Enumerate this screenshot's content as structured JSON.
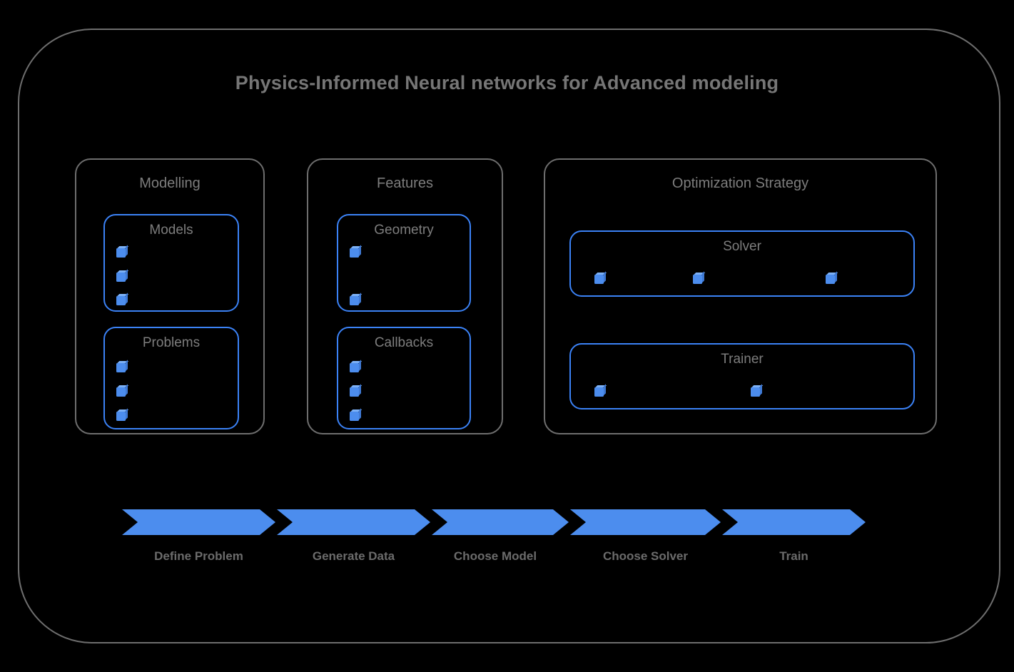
{
  "title": "Physics-Informed Neural networks for Advanced modeling",
  "colors": {
    "background": "#000000",
    "frame_stroke": "#6e6e6e",
    "title_text": "#767676",
    "label_text": "#7d7d7d",
    "accent_blue": "#3b82f6",
    "marker_blue": "#4c8dee",
    "flow_label_text": "#6b6b6b"
  },
  "groups": [
    {
      "id": "modelling",
      "label": "Modelling",
      "cards": [
        {
          "id": "models",
          "label": "Models",
          "marker_count": 3,
          "marker_layout": "vertical"
        },
        {
          "id": "problems",
          "label": "Problems",
          "marker_count": 3,
          "marker_layout": "vertical"
        }
      ]
    },
    {
      "id": "features",
      "label": "Features",
      "cards": [
        {
          "id": "geometry",
          "label": "Geometry",
          "marker_count": 2,
          "marker_layout": "vertical"
        },
        {
          "id": "callbacks",
          "label": "Callbacks",
          "marker_count": 3,
          "marker_layout": "vertical"
        }
      ]
    },
    {
      "id": "optimization",
      "label": "Optimization Strategy",
      "cards": [
        {
          "id": "solver",
          "label": "Solver",
          "marker_count": 3,
          "marker_layout": "horizontal"
        },
        {
          "id": "trainer",
          "label": "Trainer",
          "marker_count": 2,
          "marker_layout": "horizontal"
        }
      ]
    }
  ],
  "flow": {
    "steps": [
      {
        "id": "define-problem",
        "label": "Define Problem"
      },
      {
        "id": "generate-data",
        "label": "Generate Data"
      },
      {
        "id": "choose-model",
        "label": "Choose Model"
      },
      {
        "id": "choose-solver",
        "label": "Choose Solver"
      },
      {
        "id": "train",
        "label": "Train"
      }
    ]
  }
}
